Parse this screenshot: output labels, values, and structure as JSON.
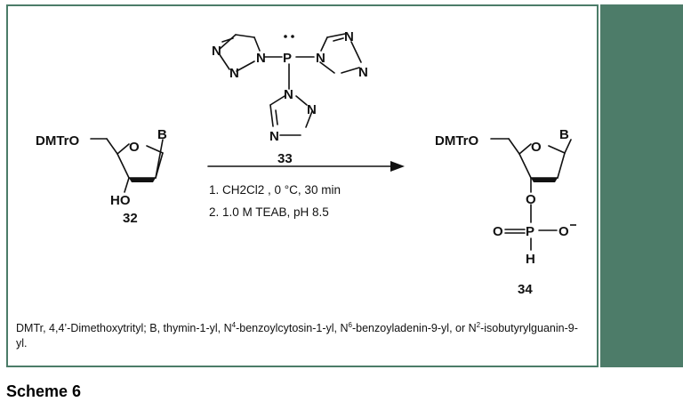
{
  "scheme": {
    "caption": "Scheme 6",
    "accent_color": "#4d7c69",
    "reagent_number": "33",
    "start_number": "32",
    "product_number": "34",
    "step1_text": "1. CH2Cl2 , 0 °C, 30 min",
    "step2_text": "2. 1.0 M TEAB, pH 8.5",
    "labels": {
      "dmtro": "DMTrO",
      "base": "B",
      "ring_o": "O",
      "ho": "HO",
      "o3": "O",
      "p": "P",
      "p_o_double": "O",
      "p_o_minus": "O",
      "p_h": "H",
      "triazole_n": "N",
      "reagent_p": "P"
    },
    "footnote_parts": {
      "p1": "DMTr, 4,4’-Dimethoxytrityl; B, thymin-1-yl, N",
      "s1": "4",
      "p2": "-benzoylcytosin-1-yl, N",
      "s2": "6",
      "p3": "-benzoyladenin-9-yl, or N",
      "s3": "2",
      "p4": "-isobutyrylguanin-9-yl."
    }
  }
}
